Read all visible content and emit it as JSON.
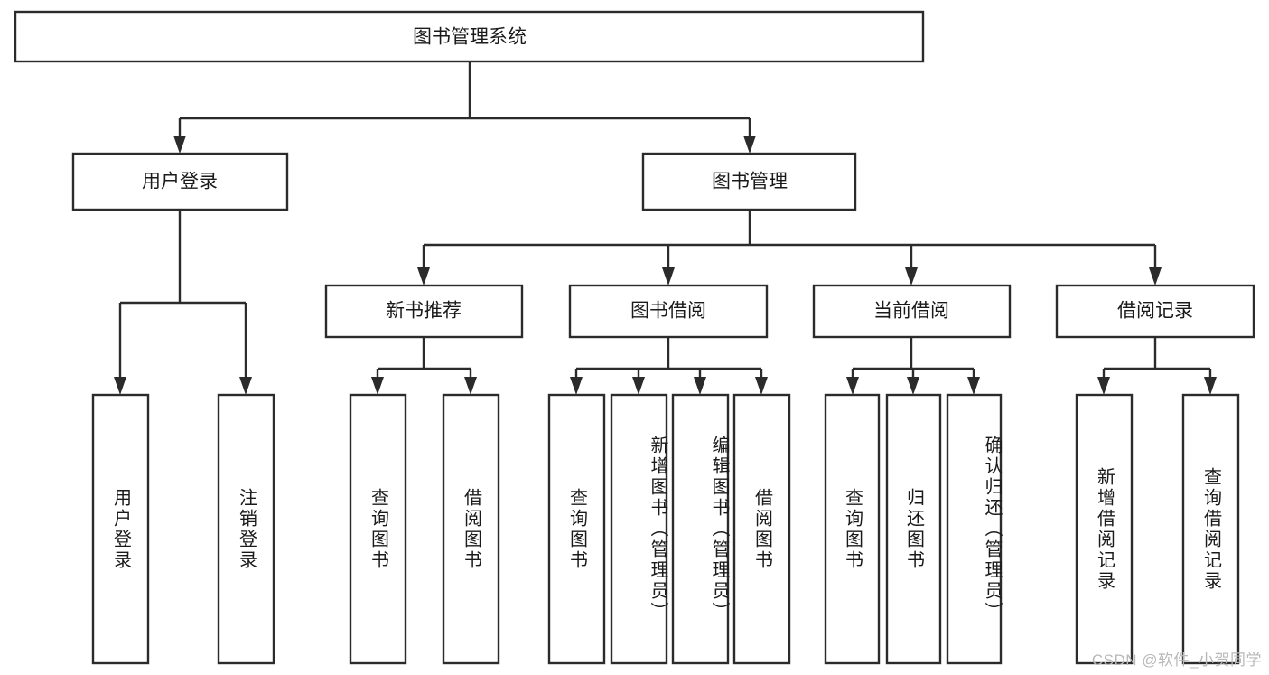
{
  "diagram": {
    "type": "tree-hierarchy",
    "title": "图书管理系统",
    "root": {
      "id": "root",
      "label": "图书管理系统",
      "orientation": "horizontal"
    },
    "level2": [
      {
        "id": "user-login",
        "label": "用户登录",
        "orientation": "horizontal"
      },
      {
        "id": "book-manage",
        "label": "图书管理",
        "orientation": "horizontal"
      }
    ],
    "level3": [
      {
        "id": "new-book-recommend",
        "label": "新书推荐",
        "orientation": "horizontal"
      },
      {
        "id": "book-borrow",
        "label": "图书借阅",
        "orientation": "horizontal"
      },
      {
        "id": "current-borrow",
        "label": "当前借阅",
        "orientation": "horizontal"
      },
      {
        "id": "borrow-record",
        "label": "借阅记录",
        "orientation": "horizontal"
      }
    ],
    "leaves": {
      "user_login": [
        {
          "id": "leaf-user-login",
          "label": "用户登录",
          "orientation": "vertical"
        },
        {
          "id": "leaf-logout-login",
          "label": "注销登录",
          "orientation": "vertical"
        }
      ],
      "new_book_recommend": [
        {
          "id": "leaf-query-book-1",
          "label": "查询图书",
          "orientation": "vertical"
        },
        {
          "id": "leaf-borrow-book-1",
          "label": "借阅图书",
          "orientation": "vertical"
        }
      ],
      "book_borrow": [
        {
          "id": "leaf-query-book-2",
          "label": "查询图书",
          "orientation": "vertical"
        },
        {
          "id": "leaf-add-book",
          "label": "新增图书（管理员）",
          "orientation": "vertical"
        },
        {
          "id": "leaf-edit-book",
          "label": "编辑图书（管理员）",
          "orientation": "vertical"
        },
        {
          "id": "leaf-borrow-book-2",
          "label": "借阅图书",
          "orientation": "vertical"
        }
      ],
      "current_borrow": [
        {
          "id": "leaf-query-book-3",
          "label": "查询图书",
          "orientation": "vertical"
        },
        {
          "id": "leaf-return-book",
          "label": "归还图书",
          "orientation": "vertical"
        },
        {
          "id": "leaf-confirm-return",
          "label": "确认归还（管理员）",
          "orientation": "vertical"
        }
      ],
      "borrow_record": [
        {
          "id": "leaf-add-record",
          "label": "新增借阅记录",
          "orientation": "vertical"
        },
        {
          "id": "leaf-query-record",
          "label": "查询借阅记录",
          "orientation": "vertical"
        }
      ]
    },
    "colors": {
      "stroke": "#2b2b2b",
      "fill": "#ffffff",
      "text": "#1a1a1a",
      "background": "#ffffff",
      "watermark": "#b8b8b8"
    }
  },
  "watermark": {
    "text": "CSDN @软件_小贺同学"
  }
}
